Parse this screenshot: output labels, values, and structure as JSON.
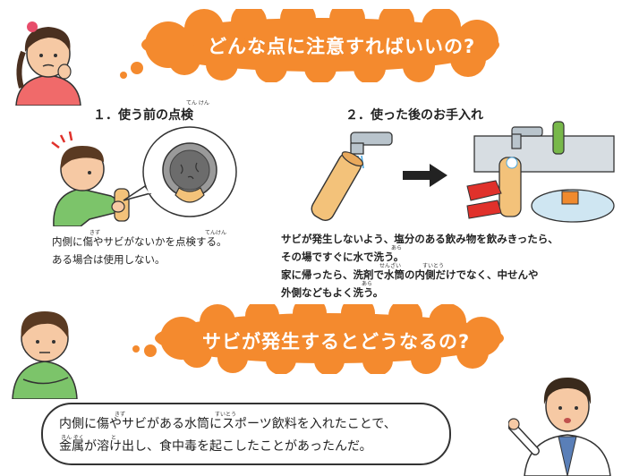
{
  "colors": {
    "cloud_orange": "#f48a2e",
    "arrow": "#222222",
    "bottle": "#f3c27a",
    "skin": "#f6c9a4",
    "shirt_pink": "#f06a6a",
    "shirt_green": "#7cc46a",
    "coat": "#ffffff"
  },
  "header1": {
    "question": "どんな点に注意すればいいの?"
  },
  "section1": {
    "heading": "１．使う前の点検",
    "heading_ruby": "てん けん",
    "body_line1": "内側に傷やサビがないかを点検する。",
    "body_line2": "ある場合は使用しない。",
    "ruby_kizu": "きず",
    "ruby_tenken": "てんけん"
  },
  "section2": {
    "heading": "２．使った後のお手入れ",
    "line1": "サビが発生しないよう、塩分のある飲み物を飲みきったら、",
    "line2": "その場ですぐに水で洗う。",
    "line3": "家に帰ったら、洗剤で水筒の内側だけでなく、中せんや",
    "line4": "外側などもよく洗う。",
    "ruby_arau": "あら",
    "ruby_senzai": "せんざい",
    "ruby_suitou": "すいとう"
  },
  "header2": {
    "question": "サビが発生するとどうなるの?"
  },
  "bottom_bubble": {
    "line1": "内側に傷やサビがある水筒にスポーツ飲料を入れたことで、",
    "line2": "金属が溶け出し、食中毒を起こしたことがあったんだ。",
    "ruby_kizu": "きず",
    "ruby_suitou": "すいとう",
    "ruby_kinzoku": "きん ぞく",
    "ruby_toke": "と"
  }
}
